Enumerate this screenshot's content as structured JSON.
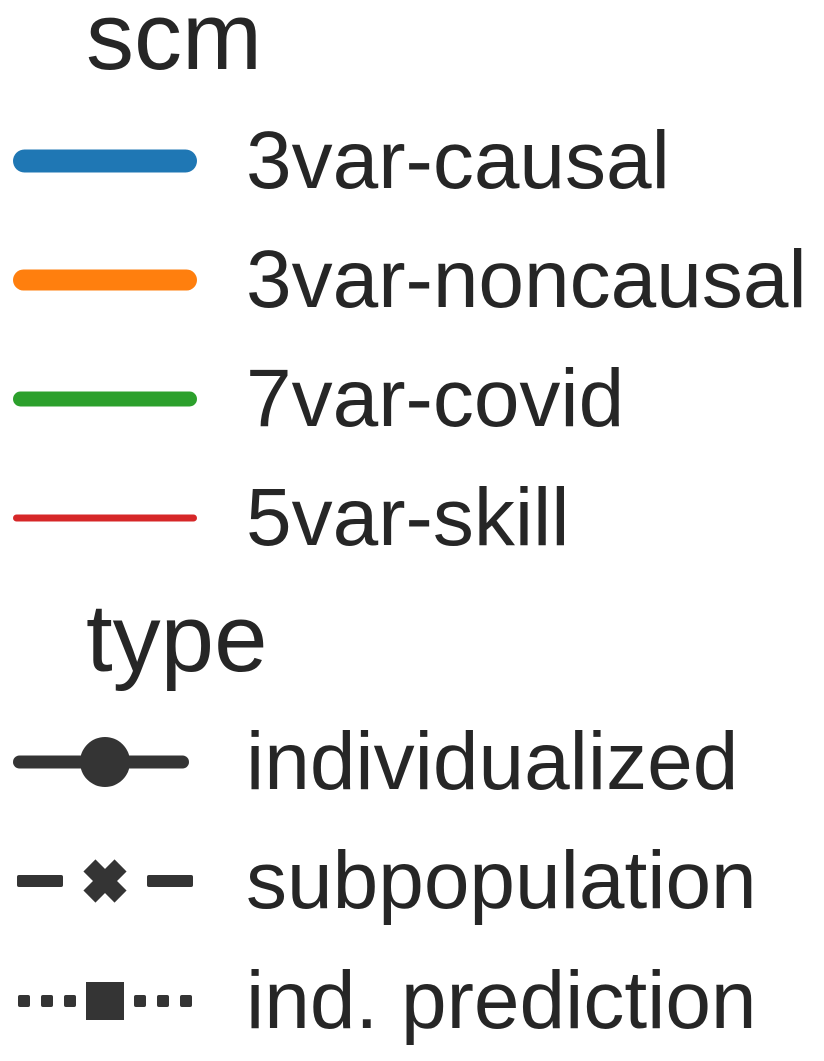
{
  "chart_data": {
    "type": "line",
    "content": "standalone figure legend (no axes or data points visible)",
    "legend": {
      "position": "vertical list, two titled sections",
      "sections": [
        {
          "title": "scm",
          "entries": [
            {
              "label": "3var-causal",
              "color": "#1f77b4",
              "line_style": "solid",
              "line_thickness_px": 23,
              "marker": "none"
            },
            {
              "label": "3var-noncausal",
              "color": "#ff7f0e",
              "line_style": "solid",
              "line_thickness_px": 21,
              "marker": "none"
            },
            {
              "label": "7var-covid",
              "color": "#2ca02c",
              "line_style": "solid",
              "line_thickness_px": 15,
              "marker": "none"
            },
            {
              "label": "5var-skill",
              "color": "#d62728",
              "line_style": "solid",
              "line_thickness_px": 7,
              "marker": "none"
            }
          ]
        },
        {
          "title": "type",
          "entries": [
            {
              "label": "individualized",
              "color": "#343434",
              "line_style": "solid",
              "marker": "filled-circle"
            },
            {
              "label": "subpopulation",
              "color": "#343434",
              "line_style": "dashed",
              "marker": "filled-x"
            },
            {
              "label": "ind. prediction",
              "color": "#343434",
              "line_style": "dotted",
              "marker": "filled-square"
            }
          ]
        }
      ],
      "text_color": "#262626"
    }
  }
}
